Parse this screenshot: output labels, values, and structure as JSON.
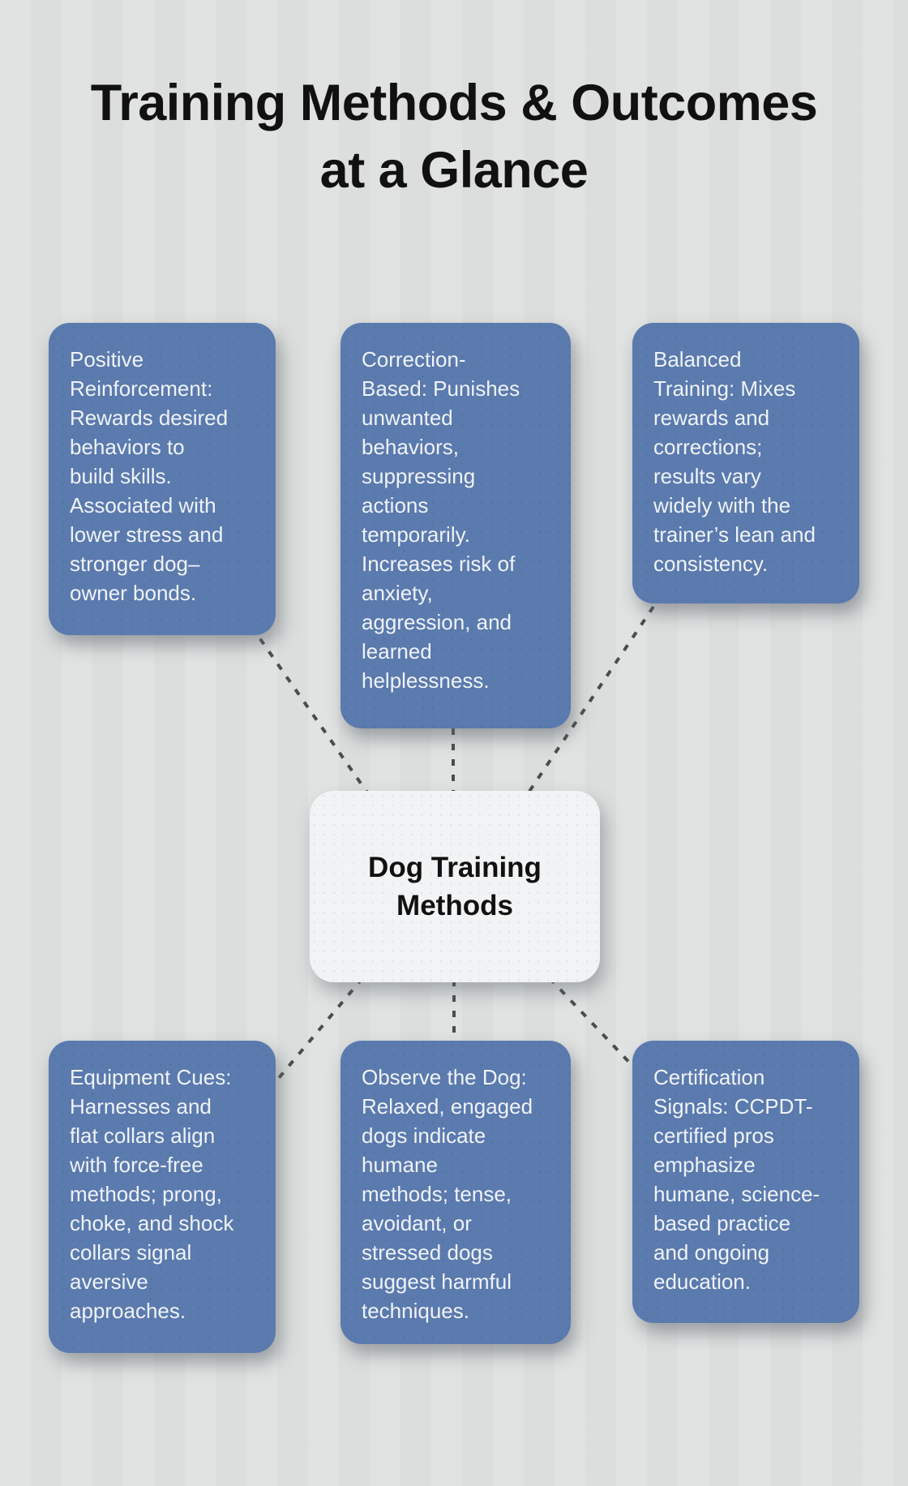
{
  "page": {
    "title": "Training Methods & Outcomes\nat a Glance"
  },
  "diagram": {
    "center": {
      "label": "Dog Training\nMethods"
    },
    "nodes": [
      {
        "id": "positive-reinforcement",
        "text": "Positive\nReinforcement:\nRewards desired\nbehaviors to\nbuild skills.\nAssociated with\nlower stress and\nstronger dog–\nowner bonds."
      },
      {
        "id": "correction-based",
        "text": "Correction-\nBased: Punishes\nunwanted\nbehaviors,\nsuppressing\nactions\ntemporarily.\nIncreases risk of\nanxiety,\naggression, and\nlearned\nhelplessness."
      },
      {
        "id": "balanced-training",
        "text": "Balanced\nTraining: Mixes\nrewards and\ncorrections;\nresults vary\nwidely with the\ntrainer’s lean and\nconsistency."
      },
      {
        "id": "equipment-cues",
        "text": "Equipment Cues:\nHarnesses and\nflat collars align\nwith force-free\nmethods; prong,\nchoke, and shock\ncollars signal\naversive\napproaches."
      },
      {
        "id": "observe-the-dog",
        "text": "Observe the Dog:\nRelaxed, engaged\ndogs indicate\nhumane\nmethods; tense,\navoidant, or\nstressed dogs\nsuggest harmful\ntechniques."
      },
      {
        "id": "certification-signals",
        "text": "Certification\nSignals: CCPDT-\ncertified pros\nemphasize\nhumane, science-\nbased practice\nand ongoing\neducation."
      }
    ],
    "colors": {
      "background": "#dfe2e1",
      "node_fill": "#5b7aae",
      "node_text": "#eff3f7",
      "center_fill": "#f2f3f4",
      "center_text": "#111111",
      "connector": "#4c4c4c",
      "title_text": "#111111"
    }
  }
}
